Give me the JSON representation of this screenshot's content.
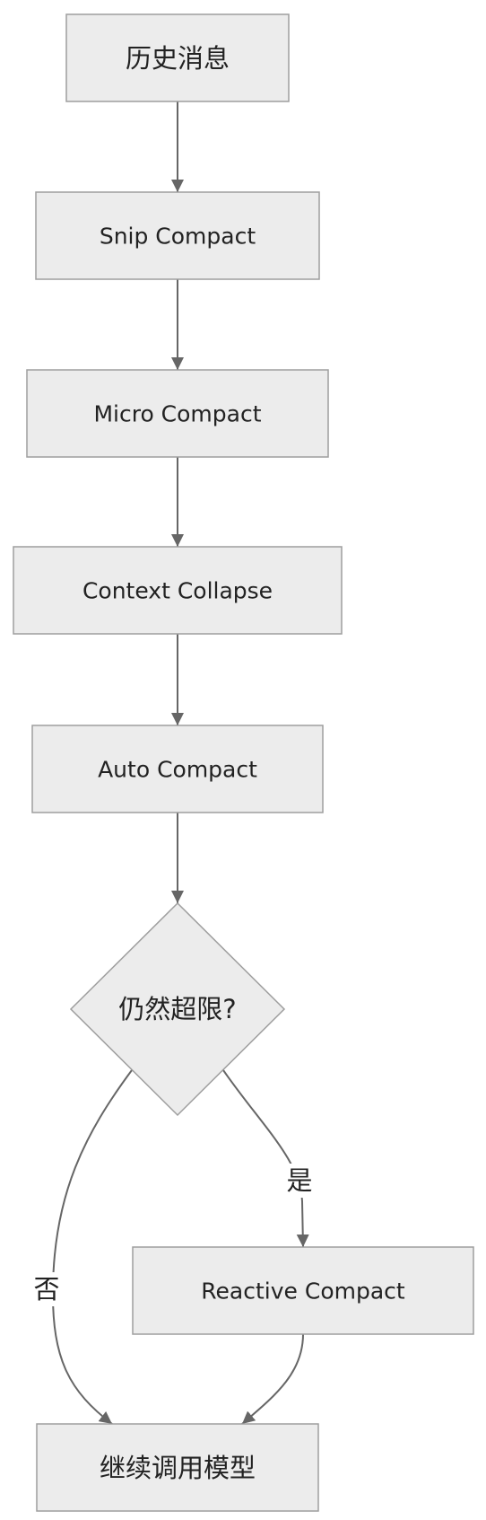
{
  "diagram": {
    "nodes": {
      "history": "历史消息",
      "snip": "Snip Compact",
      "micro": "Micro Compact",
      "collapse": "Context Collapse",
      "auto": "Auto Compact",
      "decision": "仍然超限?",
      "reactive": "Reactive Compact",
      "continue": "继续调用模型"
    },
    "edge_labels": {
      "yes": "是",
      "no": "否"
    },
    "colors": {
      "node_fill": "#ececec",
      "node_stroke": "#9e9e9e",
      "edge": "#666666",
      "text": "#222222",
      "background": "#ffffff"
    }
  }
}
